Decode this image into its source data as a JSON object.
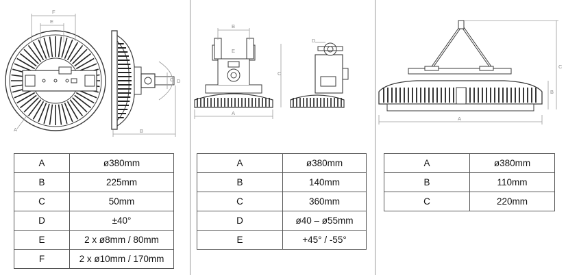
{
  "panels": [
    {
      "id": "panel-1",
      "drawing_labels": [
        "F",
        "E",
        "A",
        "B",
        "C",
        "D"
      ],
      "rows": [
        {
          "key": "A",
          "value": "ø380mm"
        },
        {
          "key": "B",
          "value": "225mm"
        },
        {
          "key": "C",
          "value": "50mm"
        },
        {
          "key": "D",
          "value": "±40°"
        },
        {
          "key": "E",
          "value": "2 x ø8mm / 80mm"
        },
        {
          "key": "F",
          "value": "2 x ø10mm / 170mm"
        }
      ]
    },
    {
      "id": "panel-2",
      "drawing_labels": [
        "B",
        "E",
        "C",
        "A",
        "D"
      ],
      "rows": [
        {
          "key": "A",
          "value": "ø380mm"
        },
        {
          "key": "B",
          "value": "140mm"
        },
        {
          "key": "C",
          "value": "360mm"
        },
        {
          "key": "D",
          "value": "ø40 – ø55mm"
        },
        {
          "key": "E",
          "value": "+45° / -55°"
        }
      ]
    },
    {
      "id": "panel-3",
      "drawing_labels": [
        "C",
        "B",
        "A"
      ],
      "rows": [
        {
          "key": "A",
          "value": "ø380mm"
        },
        {
          "key": "B",
          "value": "110mm"
        },
        {
          "key": "C",
          "value": "220mm"
        }
      ]
    }
  ],
  "colors": {
    "line": "#3a3a3a",
    "dim": "#9a9a9a",
    "border": "#555555"
  }
}
